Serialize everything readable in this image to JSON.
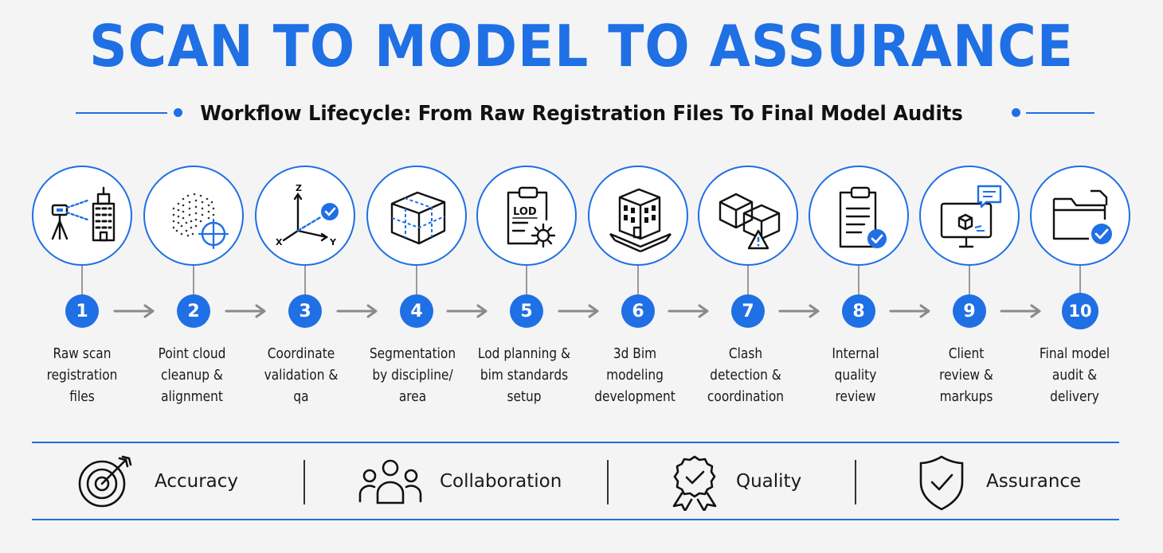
{
  "header": {
    "title": "SCAN TO MODEL TO ASSURANCE",
    "subtitle": "Workflow Lifecycle: From Raw Registration Files To Final Model Audits"
  },
  "steps": [
    {
      "number": "1",
      "label_lines": [
        "Raw scan",
        "registration",
        "files"
      ],
      "icon": "laser-scanner-building-icon"
    },
    {
      "number": "2",
      "label_lines": [
        "Point cloud",
        "cleanup &",
        "alignment"
      ],
      "icon": "point-cloud-target-icon"
    },
    {
      "number": "3",
      "label_lines": [
        "Coordinate",
        "validation &",
        "qa"
      ],
      "icon": "xyz-axes-check-icon"
    },
    {
      "number": "4",
      "label_lines": [
        "Segmentation",
        "by discipline/",
        "area"
      ],
      "icon": "segmented-cube-icon"
    },
    {
      "number": "5",
      "label_lines": [
        "Lod planning &",
        "bim standards",
        "setup"
      ],
      "icon": "lod-clipboard-gear-icon"
    },
    {
      "number": "6",
      "label_lines": [
        "3d Bim",
        "modeling",
        "development"
      ],
      "icon": "3d-building-icon"
    },
    {
      "number": "7",
      "label_lines": [
        "Clash",
        "detection &",
        "coordination"
      ],
      "icon": "clash-cubes-warning-icon"
    },
    {
      "number": "8",
      "label_lines": [
        "Internal",
        "quality",
        "review"
      ],
      "icon": "clipboard-check-icon"
    },
    {
      "number": "9",
      "label_lines": [
        "Client",
        "review &",
        "markups"
      ],
      "icon": "monitor-comment-icon"
    },
    {
      "number": "10",
      "label_lines": [
        "Final model",
        "audit &",
        "delivery"
      ],
      "icon": "folder-check-icon"
    }
  ],
  "icon_text": {
    "lod": "LOD",
    "axis_z": "Z",
    "axis_x": "X",
    "axis_y": "Y"
  },
  "values": [
    {
      "label": "Accuracy",
      "icon": "target-arrow-icon"
    },
    {
      "label": "Collaboration",
      "icon": "team-people-icon"
    },
    {
      "label": "Quality",
      "icon": "quality-badge-icon"
    },
    {
      "label": "Assurance",
      "icon": "shield-check-icon"
    }
  ],
  "colors": {
    "accent": "#1f6fe5",
    "text": "#1a1a1a",
    "background": "#f4f4f4",
    "connector": "#9a9a9a"
  }
}
